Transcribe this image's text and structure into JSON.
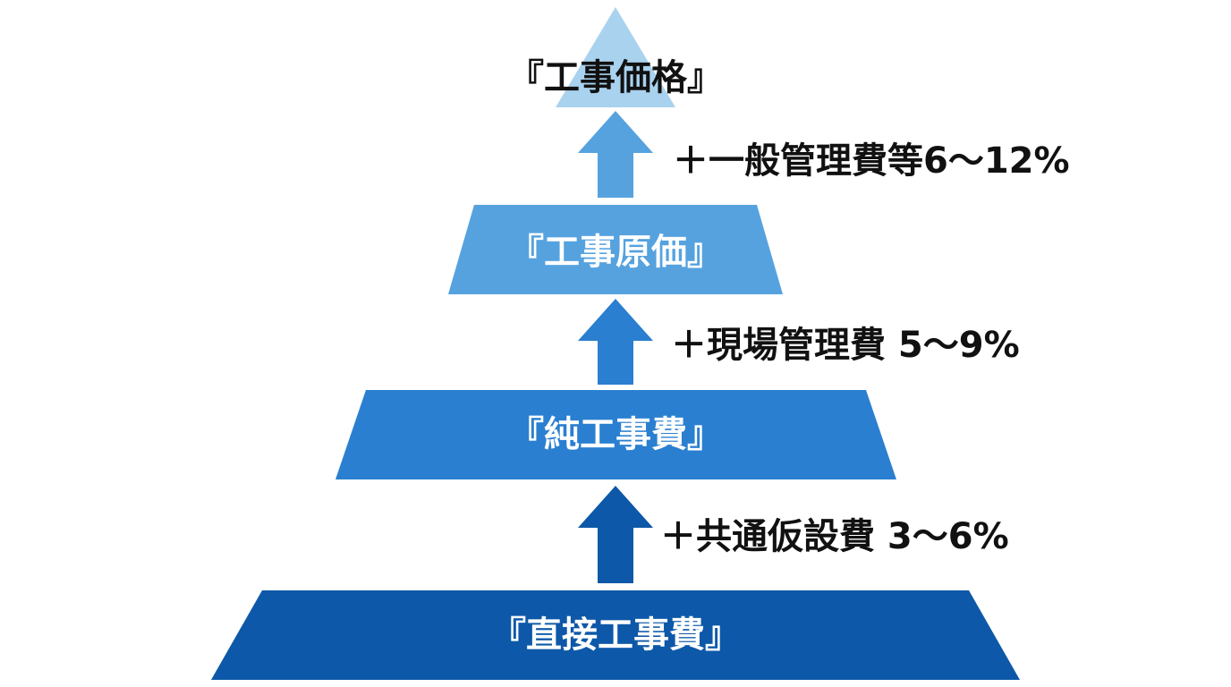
{
  "tiers": [
    {
      "label": "『直接工事費』",
      "color": "#0d58a8"
    },
    {
      "label": "『純工事費』",
      "color": "#2a7fd0"
    },
    {
      "label": "『工事原価』",
      "color": "#56a2df"
    },
    {
      "label": "『工事価格』",
      "color": "#a9d2ef"
    }
  ],
  "steps": [
    {
      "label": "＋共通仮設費 3〜6%",
      "color": "#0d58a8"
    },
    {
      "label": "＋現場管理費 5〜9%",
      "color": "#2a7fd0"
    },
    {
      "label": "＋一般管理費等6〜12%",
      "color": "#56a2df"
    }
  ]
}
